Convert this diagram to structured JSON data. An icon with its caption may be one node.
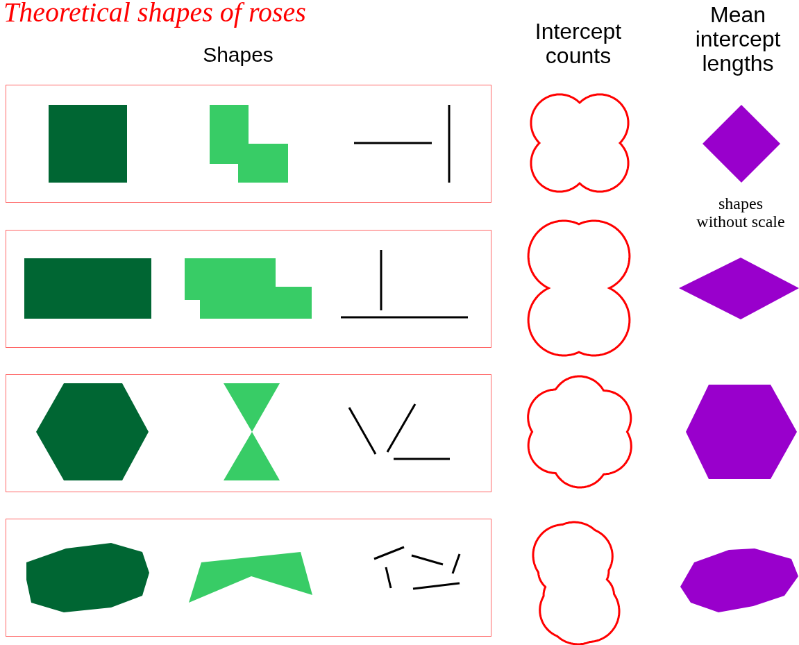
{
  "diagram": {
    "title": "Theoretical shapes of roses",
    "labels": [
      "Shapes",
      "Intercept counts",
      "Mean intercept lengths",
      "shapes without scale"
    ]
  }
}
